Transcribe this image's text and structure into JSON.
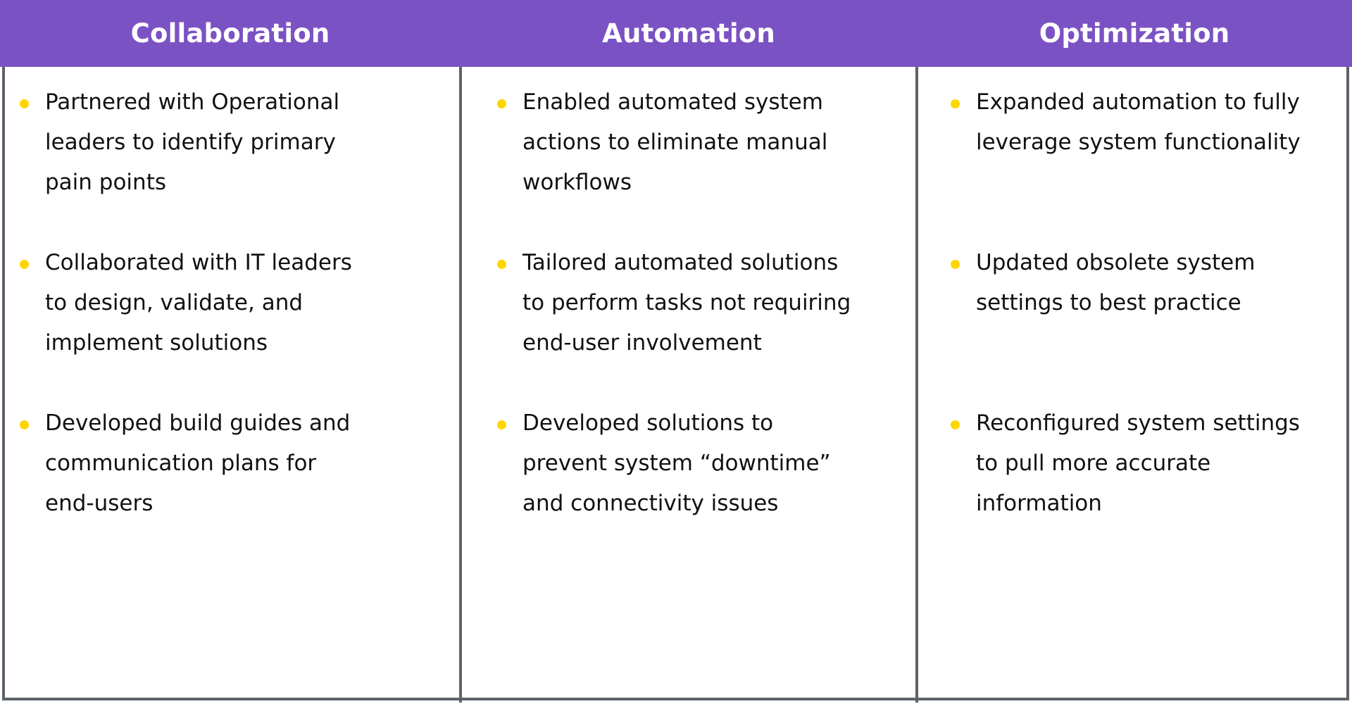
{
  "colors": {
    "header_background": "#7b52c4",
    "header_text": "#ffffff",
    "bullet_marker": "#ffd500",
    "body_text": "#111111",
    "border": "#5d636a",
    "cell_background": "#ffffff"
  },
  "table": {
    "columns": [
      {
        "header": "Collaboration",
        "bullets": [
          "Partnered with Operational leaders to identify primary pain points",
          "Collaborated with IT leaders to design, validate, and implement solutions",
          "Developed build guides and communication plans for end-users"
        ]
      },
      {
        "header": "Automation",
        "bullets": [
          "Enabled automated system actions to eliminate manual workflows",
          "Tailored automated solutions to perform tasks not requiring end-user involvement",
          "Developed solutions to prevent system “downtime” and connectivity issues"
        ]
      },
      {
        "header": "Optimization",
        "bullets": [
          "Expanded automation to fully leverage system functionality",
          "Updated obsolete system settings to best practice",
          "Reconfigured system settings to pull more accurate information"
        ]
      }
    ]
  }
}
